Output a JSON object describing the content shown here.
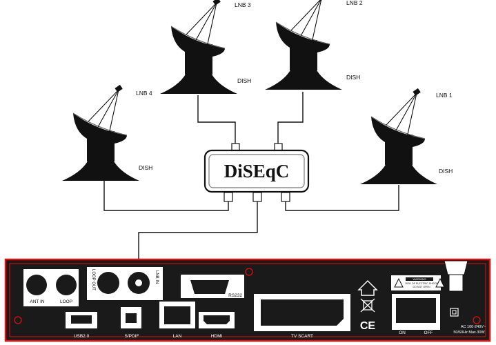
{
  "dishes": [
    {
      "lnb": "LNB 3",
      "dish": "DISH"
    },
    {
      "lnb": "LNB 2",
      "dish": "DISH"
    },
    {
      "lnb": "LNB 4",
      "dish": "DISH"
    },
    {
      "lnb": "LNB 1",
      "dish": "DISH"
    }
  ],
  "switch_label": "DiSEqC",
  "receiver": {
    "ant_in": "ANT IN",
    "loop": "LOOP",
    "loop_out": "LOOP OUT",
    "lnb_in": "LNB IN",
    "rs232": "RS232",
    "usb": "USB2.0",
    "spdif": "S/PDIF",
    "lan": "LAN",
    "hdmi": "HDMI",
    "tv_scart": "TV SCART",
    "on": "ON",
    "off": "OFF",
    "warning_title": "WARNING",
    "warning_line1": "RISK OF ELECTRIC SHOCK",
    "warning_line2": "DO NOT OPEN",
    "ce": "CE",
    "power_rating_1": "AC 100-240V~",
    "power_rating_2": "50/60Hz  Max.30W"
  }
}
